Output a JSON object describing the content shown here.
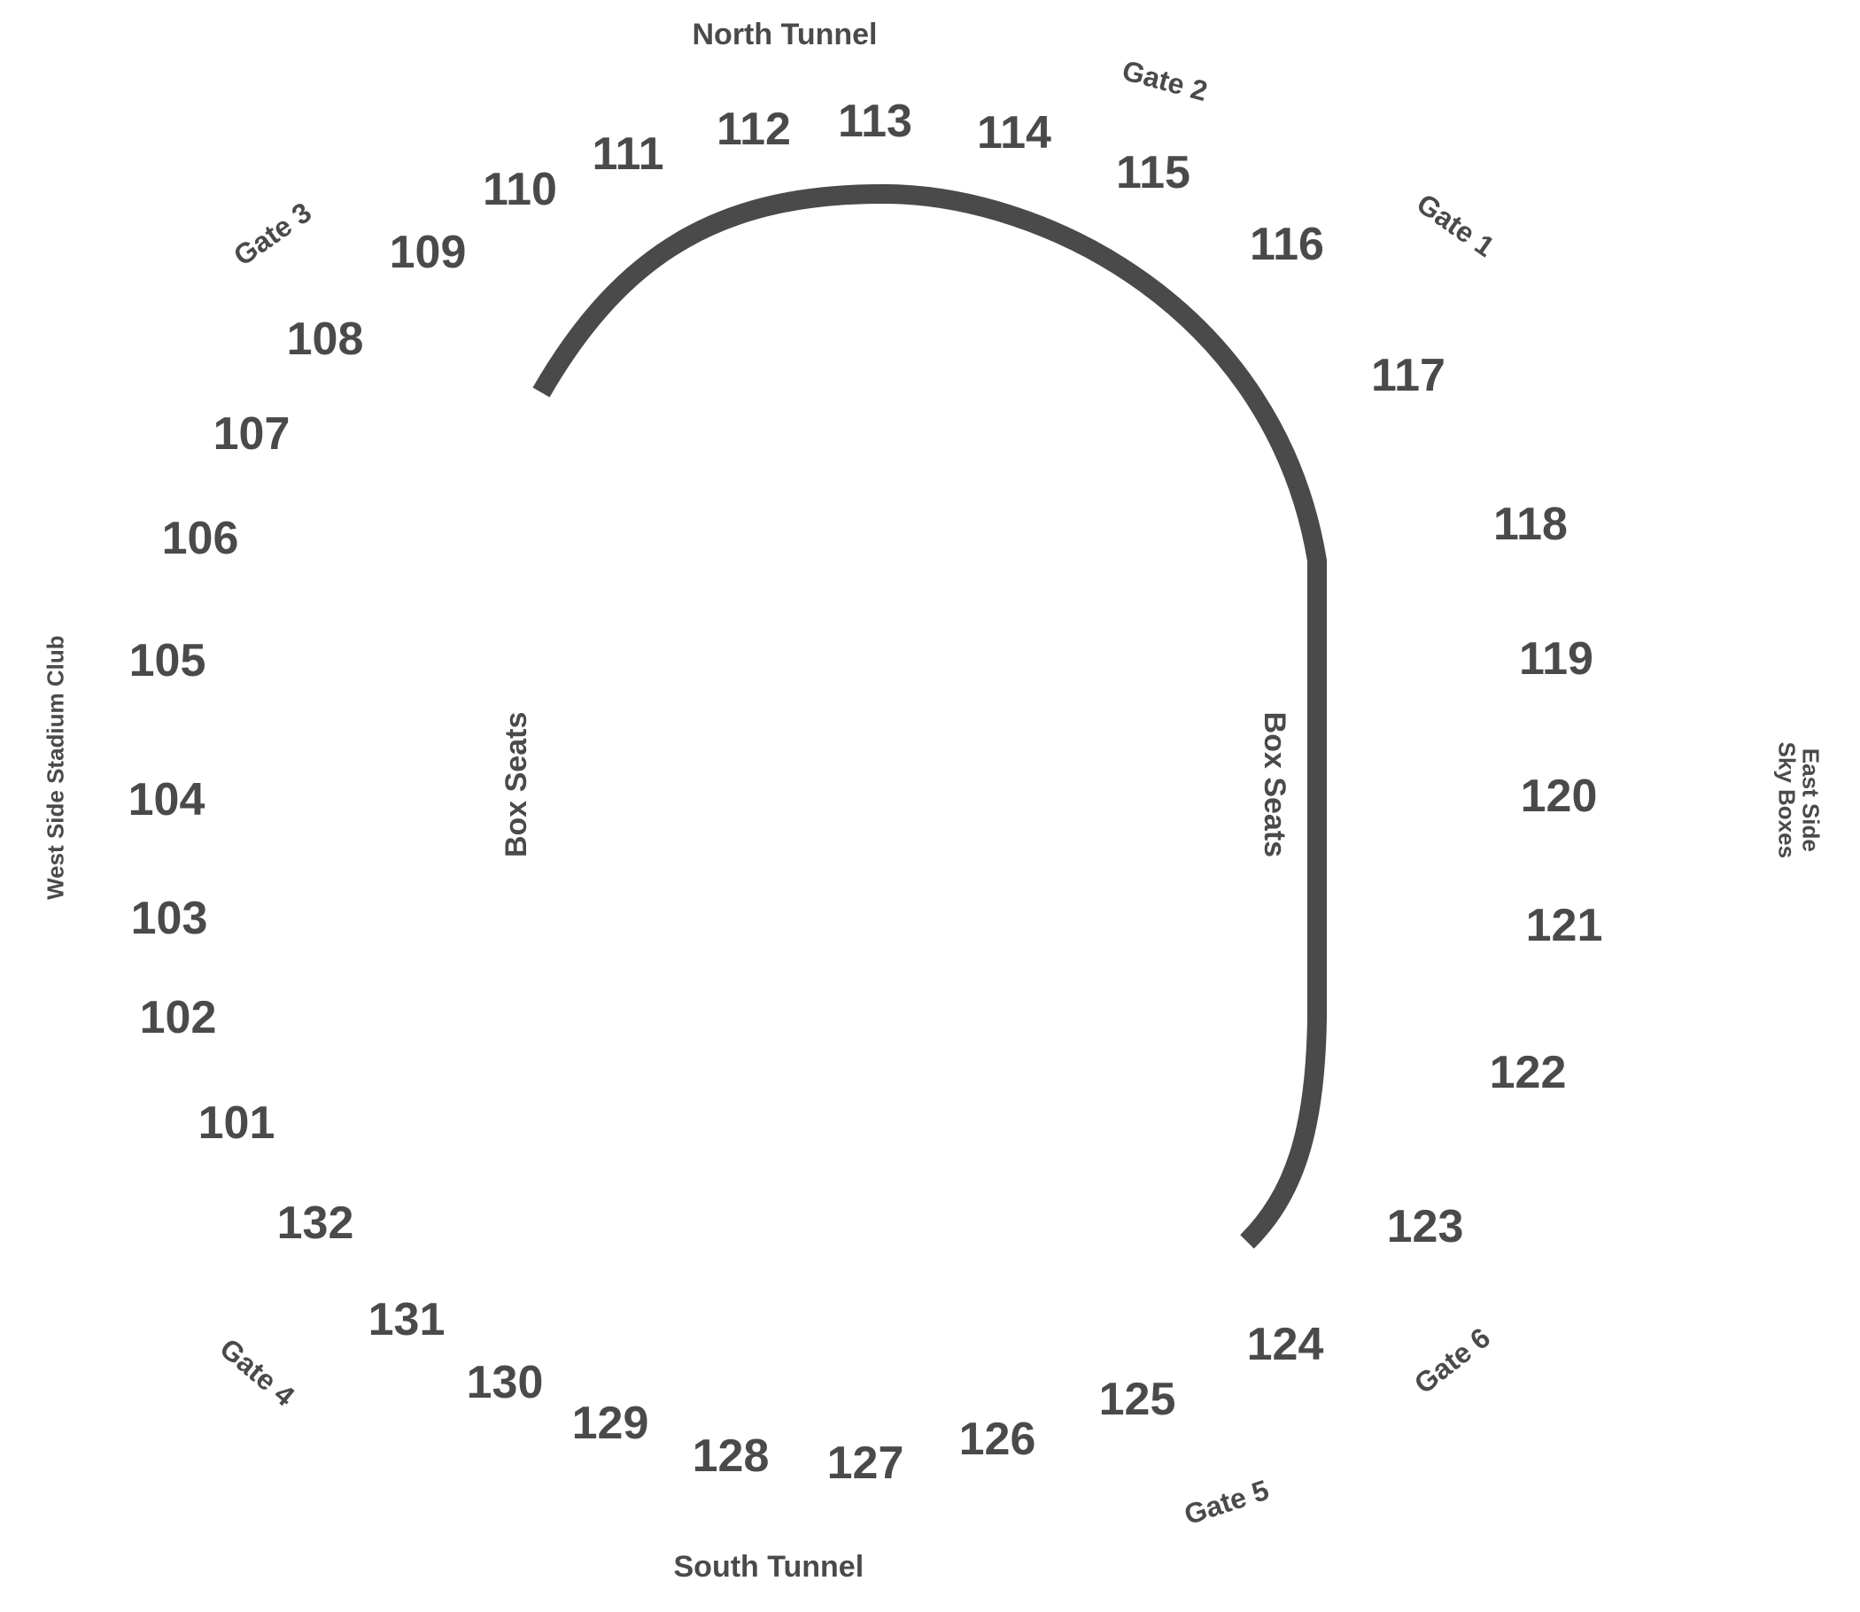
{
  "map": {
    "tunnels": {
      "north": "North Tunnel",
      "south": "South Tunnel"
    },
    "areas": {
      "west": "West Side Stadium Club",
      "east_line1": "East Side",
      "east_line2": "Sky Boxes",
      "box_left": "Box Seats",
      "box_right": "Box Seats"
    },
    "gates": [
      "Gate 1",
      "Gate 2",
      "Gate 3",
      "Gate 4",
      "Gate 5",
      "Gate 6"
    ],
    "sections": [
      "101",
      "102",
      "103",
      "104",
      "105",
      "106",
      "107",
      "108",
      "109",
      "110",
      "111",
      "112",
      "113",
      "114",
      "115",
      "116",
      "117",
      "118",
      "119",
      "120",
      "121",
      "122",
      "123",
      "124",
      "125",
      "126",
      "127",
      "128",
      "129",
      "130",
      "131",
      "132"
    ],
    "colors": {
      "text": "#4a4a4a",
      "stroke": "#4a4a4a",
      "background": "#ffffff"
    }
  }
}
